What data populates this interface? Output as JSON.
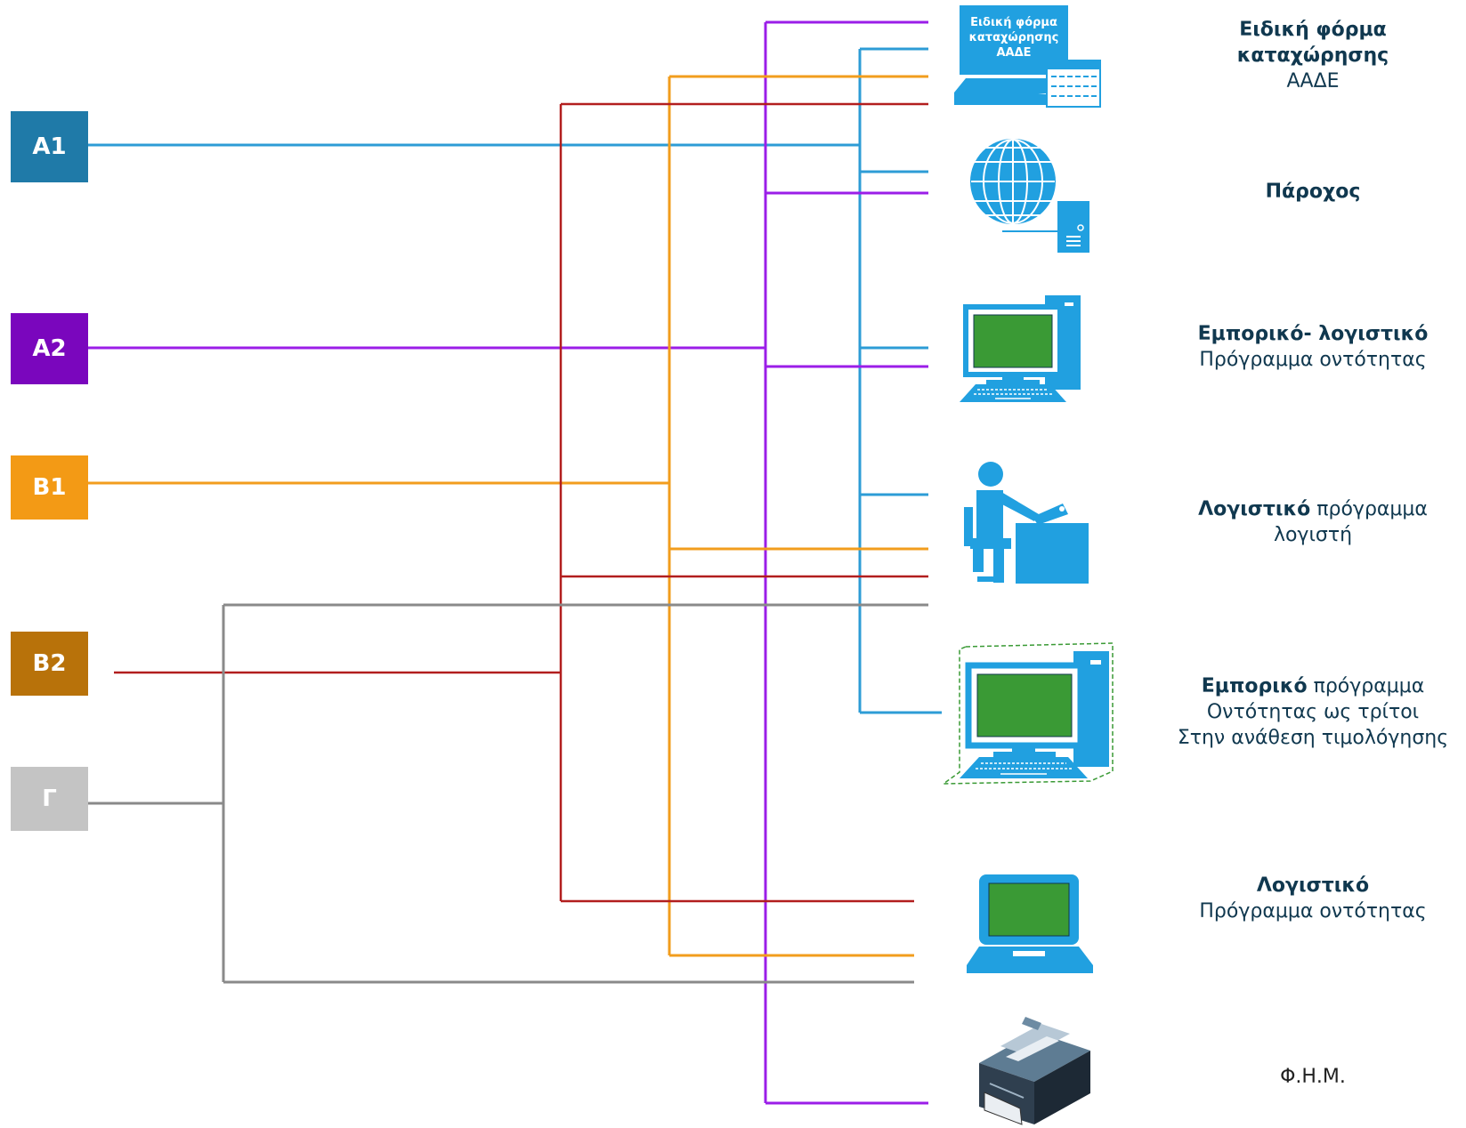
{
  "categories": [
    {
      "label": "A1",
      "color": "#1f7aa8"
    },
    {
      "label": "A2",
      "color": "#7a06bd"
    },
    {
      "label": "B1",
      "color": "#f39a15"
    },
    {
      "label": "B2",
      "color": "#b8720a"
    },
    {
      "label": "Γ",
      "color": "#c4c4c4"
    }
  ],
  "line_colors": {
    "A1": "#2d9cd6",
    "A2": "#9b1ee8",
    "B1": "#f29d1d",
    "B2": "#b21e1e",
    "G": "#8a8a8a"
  },
  "icon_fill": "#21a0e0",
  "screen_fill": "#3a9a35",
  "form_icon": {
    "title_line1": "Ειδική φόρμα",
    "title_line2": "καταχώρησης",
    "title_line3": "ΑΑΔΕ"
  },
  "descriptions": {
    "d1": {
      "bold1": "Ειδική φόρμα",
      "bold2": "καταχώρησης",
      "normal": "ΑΑΔΕ"
    },
    "d2": {
      "bold": "Πάροχος"
    },
    "d3": {
      "bold": "Εμπορικό- λογιστικό",
      "normal": "Πρόγραμμα οντότητας"
    },
    "d4": {
      "bold": "Λογιστικό",
      "normal1": " πρόγραμμα",
      "normal2": "λογιστή"
    },
    "d5": {
      "bold": "Εμπορικό",
      "normal1": " πρόγραμμα",
      "normal2": "Οντότητας ως τρίτοι",
      "normal3": "Στην ανάθεση τιμολόγησης"
    },
    "d6": {
      "bold": "Λογιστικό",
      "normal": "Πρόγραμμα οντότητας"
    },
    "d7": {
      "normal": "Φ.Η.Μ."
    }
  },
  "icons": [
    "form-icon",
    "globe-server-icon",
    "desktop-computer-icon",
    "accountant-person-icon",
    "desktop-computer-dashed-icon",
    "laptop-icon",
    "printer-icon"
  ]
}
